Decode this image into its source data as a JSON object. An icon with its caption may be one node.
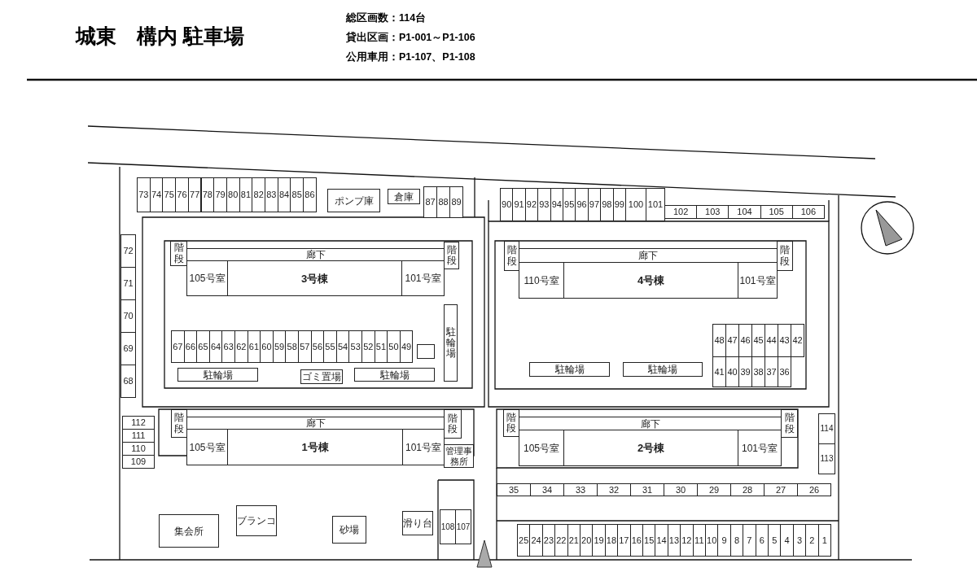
{
  "diagram": {
    "title": "城東　構内 駐車場",
    "nodes": [
      {
        "text": [
          "73"
        ]
      },
      {
        "text": [
          "74"
        ]
      },
      {
        "text": [
          "75"
        ]
      },
      {
        "text": [
          "76"
        ]
      },
      {
        "text": [
          "77"
        ]
      },
      {
        "text": [
          "78"
        ]
      },
      {
        "text": [
          "79"
        ]
      },
      {
        "text": [
          "80"
        ]
      },
      {
        "text": [
          "81"
        ]
      },
      {
        "text": [
          "82"
        ]
      },
      {
        "text": [
          "83"
        ]
      },
      {
        "text": [
          "84"
        ]
      },
      {
        "text": [
          "85"
        ]
      },
      {
        "text": [
          "86"
        ]
      },
      {
        "text": [
          "ポンプ庫"
        ]
      },
      {
        "text": [
          "倉庫"
        ]
      },
      {
        "text": [
          "87"
        ]
      },
      {
        "text": [
          "88"
        ]
      },
      {
        "text": [
          "89"
        ]
      },
      {
        "text": [
          "90"
        ]
      },
      {
        "text": [
          "91"
        ]
      },
      {
        "text": [
          "92"
        ]
      },
      {
        "text": [
          "93"
        ]
      },
      {
        "text": [
          "94"
        ]
      },
      {
        "text": [
          "95"
        ]
      },
      {
        "text": [
          "96"
        ]
      },
      {
        "text": [
          "97"
        ]
      },
      {
        "text": [
          "98"
        ]
      },
      {
        "text": [
          "99"
        ]
      },
      {
        "text": [
          "100"
        ]
      },
      {
        "text": [
          "101"
        ]
      },
      {
        "text": [
          "102"
        ]
      },
      {
        "text": [
          "103"
        ]
      },
      {
        "text": [
          "104"
        ]
      },
      {
        "text": [
          "105"
        ]
      },
      {
        "text": [
          "106"
        ]
      },
      {
        "text": [
          "72"
        ]
      },
      {
        "text": [
          "71"
        ]
      },
      {
        "text": [
          "70"
        ]
      },
      {
        "text": [
          "69"
        ]
      },
      {
        "text": [
          "68"
        ]
      },
      {
        "text": [
          "階段"
        ]
      },
      {
        "text": [
          "廊下"
        ]
      },
      {
        "text": [
          "階段"
        ]
      },
      {
        "text": [
          "105号室"
        ]
      },
      {
        "text": [
          "3号棟"
        ]
      },
      {
        "text": [
          "101号室"
        ]
      },
      {
        "text": [
          "階段"
        ]
      },
      {
        "text": [
          "廊下"
        ]
      },
      {
        "text": [
          "階段"
        ]
      },
      {
        "text": [
          "110号室"
        ]
      },
      {
        "text": [
          "4号棟"
        ]
      },
      {
        "text": [
          "101号室"
        ]
      },
      {
        "text": [
          "駐輪場"
        ]
      },
      {
        "text": [
          "67"
        ]
      },
      {
        "text": [
          "66"
        ]
      },
      {
        "text": [
          "65"
        ]
      },
      {
        "text": [
          "64"
        ]
      },
      {
        "text": [
          "63"
        ]
      },
      {
        "text": [
          "62"
        ]
      },
      {
        "text": [
          "61"
        ]
      },
      {
        "text": [
          "60"
        ]
      },
      {
        "text": [
          "59"
        ]
      },
      {
        "text": [
          "58"
        ]
      },
      {
        "text": [
          "57"
        ]
      },
      {
        "text": [
          "56"
        ]
      },
      {
        "text": [
          "55"
        ]
      },
      {
        "text": [
          "54"
        ]
      },
      {
        "text": [
          "53"
        ]
      },
      {
        "text": [
          "52"
        ]
      },
      {
        "text": [
          "51"
        ]
      },
      {
        "text": [
          "50"
        ]
      },
      {
        "text": [
          "49"
        ]
      },
      {
        "text": [],
        "shape": "box"
      },
      {
        "text": [
          "駐輪場"
        ]
      },
      {
        "text": [
          "ゴミ置場"
        ]
      },
      {
        "text": [
          "駐輪場"
        ]
      },
      {
        "text": [
          "48"
        ]
      },
      {
        "text": [
          "47"
        ]
      },
      {
        "text": [
          "46"
        ]
      },
      {
        "text": [
          "45"
        ]
      },
      {
        "text": [
          "44"
        ]
      },
      {
        "text": [
          "43"
        ]
      },
      {
        "text": [
          "42"
        ]
      },
      {
        "text": [
          "41"
        ]
      },
      {
        "text": [
          "40"
        ]
      },
      {
        "text": [
          "39"
        ]
      },
      {
        "text": [
          "38"
        ]
      },
      {
        "text": [
          "37"
        ]
      },
      {
        "text": [
          "36"
        ]
      },
      {
        "text": [
          "駐輪場"
        ]
      },
      {
        "text": [
          "駐輪場"
        ]
      },
      {
        "text": [
          "112"
        ]
      },
      {
        "text": [
          "111"
        ]
      },
      {
        "text": [
          "110"
        ]
      },
      {
        "text": [
          "109"
        ]
      },
      {
        "text": [
          "階段"
        ]
      },
      {
        "text": [
          "廊下"
        ]
      },
      {
        "text": [
          "階段"
        ]
      },
      {
        "text": [
          "105号室"
        ]
      },
      {
        "text": [
          "1号棟"
        ]
      },
      {
        "text": [
          "101号室"
        ]
      },
      {
        "text": [
          "管理事務所"
        ]
      },
      {
        "text": [
          "階段"
        ]
      },
      {
        "text": [
          "廊下"
        ]
      },
      {
        "text": [
          "階段"
        ]
      },
      {
        "text": [
          "105号室"
        ]
      },
      {
        "text": [
          "2号棟"
        ]
      },
      {
        "text": [
          "101号室"
        ]
      },
      {
        "text": [
          "114"
        ]
      },
      {
        "text": [
          "113"
        ]
      },
      {
        "text": [
          "35"
        ]
      },
      {
        "text": [
          "34"
        ]
      },
      {
        "text": [
          "33"
        ]
      },
      {
        "text": [
          "32"
        ]
      },
      {
        "text": [
          "31"
        ]
      },
      {
        "text": [
          "30"
        ]
      },
      {
        "text": [
          "29"
        ]
      },
      {
        "text": [
          "28"
        ]
      },
      {
        "text": [
          "27"
        ]
      },
      {
        "text": [
          "26"
        ]
      },
      {
        "text": [
          "ブランコ"
        ]
      },
      {
        "text": [
          "集会所"
        ]
      },
      {
        "text": [
          "砂場"
        ]
      },
      {
        "text": [
          "滑り台"
        ]
      },
      {
        "text": [
          "108"
        ]
      },
      {
        "text": [
          "107"
        ]
      },
      {
        "text": [
          "25"
        ]
      },
      {
        "text": [
          "24"
        ]
      },
      {
        "text": [
          "23"
        ]
      },
      {
        "text": [
          "22"
        ]
      },
      {
        "text": [
          "21"
        ]
      },
      {
        "text": [
          "20"
        ]
      },
      {
        "text": [
          "19"
        ]
      },
      {
        "text": [
          "18"
        ]
      },
      {
        "text": [
          "17"
        ]
      },
      {
        "text": [
          "16"
        ]
      },
      {
        "text": [
          "15"
        ]
      },
      {
        "text": [
          "14"
        ]
      },
      {
        "text": [
          "13"
        ]
      },
      {
        "text": [
          "12"
        ]
      },
      {
        "text": [
          "11"
        ]
      },
      {
        "text": [
          "10"
        ]
      },
      {
        "text": [
          "9"
        ]
      },
      {
        "text": [
          "8"
        ]
      },
      {
        "text": [
          "7"
        ]
      },
      {
        "text": [
          "6"
        ]
      },
      {
        "text": [
          "5"
        ]
      },
      {
        "text": [
          "4"
        ]
      },
      {
        "text": [
          "3"
        ]
      },
      {
        "text": [
          "2"
        ]
      },
      {
        "text": [
          "1"
        ]
      }
    ],
    "labels": [
      "総区画数：114台",
      "貸出区画：P1-001～P1-106",
      "公用車用：P1-107、P1-108"
    ]
  }
}
